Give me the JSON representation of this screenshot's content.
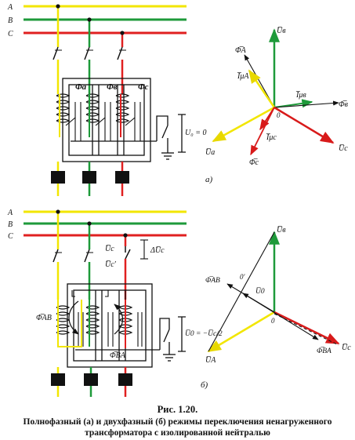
{
  "colors": {
    "phase_a": "#f2e600",
    "phase_b": "#1e9a3a",
    "phase_c": "#e02020",
    "ink": "#111111"
  },
  "bus_labels": {
    "a": "A",
    "b": "B",
    "c": "C"
  },
  "diagram_a": {
    "flux_a": "Φa",
    "flux_b": "Φв",
    "flux_c": "Φc",
    "neutral_voltage": "U₀ = 0",
    "tag": "а)",
    "vector_labels": {
      "u_b": "U̅в",
      "phi_a": "Φ̅A",
      "i_mu_a": "I̅μA",
      "i_mu_b": "I̅μв",
      "phi_b": "Φ̅в",
      "origin": "0",
      "u_a": "U̅a",
      "i_mu_c": "I̅μc",
      "phi_c": "Φ̅c",
      "u_c": "U̅c"
    }
  },
  "diagram_b": {
    "u_c_label": "U̅c",
    "u_c_prime_label": "U̅c′",
    "delta_u_c": "ΔU̅c",
    "flux_ab": "Φ̅AB",
    "flux_ba": "Φ̅BA",
    "neutral_voltage": "U̅0 = −U̅c/2",
    "tag": "б)",
    "vector_labels": {
      "u_b": "U̅в",
      "phi_ab": "Φ̅AB",
      "o_prime": "0′",
      "u_0": "U̅0",
      "origin": "0",
      "u_a": "U̅A",
      "phi_ba": "Φ̅BA",
      "u_c": "U̅c"
    }
  },
  "caption": {
    "title": "Рис. 1.20.",
    "body_line1": "Полнофазный (а) и двухфазный (б) режимы переключения ненагруженного",
    "body_line2": "трансформатора с изолированной нейтралью"
  }
}
